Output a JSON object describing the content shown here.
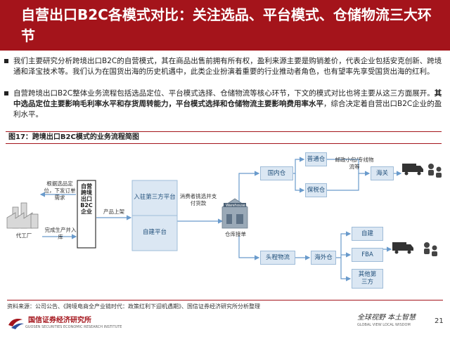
{
  "title": "自营出口B2C各模式对比：关注选品、平台模式、仓储物流三大环节",
  "bullets": [
    {
      "text": "我们主要研究分析跨境出口B2C的自营模式，其在商品出售前拥有所有权，盈利来源主要是购销差价，代表企业包括安克创新、跨境通和泽宝技术等。我们认为在国货出海的历史机遇中，此类企业扮演着重要的行业推动者角色，也有望率先享受国货出海的红利。"
    },
    {
      "text_normal": "自营跨境出口B2C整体业务流程包括选品定位、平台模式选择、仓储物流等核心环节，下文的模式对比也将主要从这三方面展开。",
      "text_bold": "其中选品定位主要影响毛利率水平和存货周转能力，平台模式选择和仓储物流主要影响费用率水平",
      "text_tail": "，综合决定着自营出口B2C企业的盈利水平。"
    }
  ],
  "figure_caption": "图17：跨境出口B2C模式的业务流程简图",
  "diagram": {
    "factory_label": "代工厂",
    "select_note": "根据选品定位，下发订单需求",
    "produce_note": "完成生产并入库",
    "company_label": "自营跨境出口B2C企业",
    "listing_note": "产品上架",
    "third_platform": "入驻第三方平台",
    "own_platform": "自建平台",
    "consumer_note": "消费者挑选并支付货款",
    "warehouse_label": "仓库接单",
    "domestic_wh": "国内仓",
    "regular_wh": "普通仓",
    "bonded_wh": "保税仓",
    "postal_note": "邮政小包/专线物流等",
    "customs": "海关",
    "headway": "头程物流",
    "overseas_wh": "海外仓",
    "self_built": "自建",
    "fba": "FBA",
    "other_third": "其他第三方",
    "warehouse_sign": "Warehouse"
  },
  "source": "资料来源：公司公告、《跨境电商全产业链时代：政策红利下迎机遇期》、国信证券经济研究所分析整理",
  "footer": {
    "org_cn": "国信证券经济研究所",
    "org_en": "GUOSEN SECURITIES ECONOMIC RESEARCH INSTITUTE",
    "slogan_cn": "全球视野 本土智慧",
    "slogan_en": "GLOBAL VIEW    LOCAL WISDOM",
    "page": "21"
  },
  "colors": {
    "brand": "#a4141b",
    "box_fill": "#dbe7f3",
    "arrow": "#6a9bcc"
  }
}
